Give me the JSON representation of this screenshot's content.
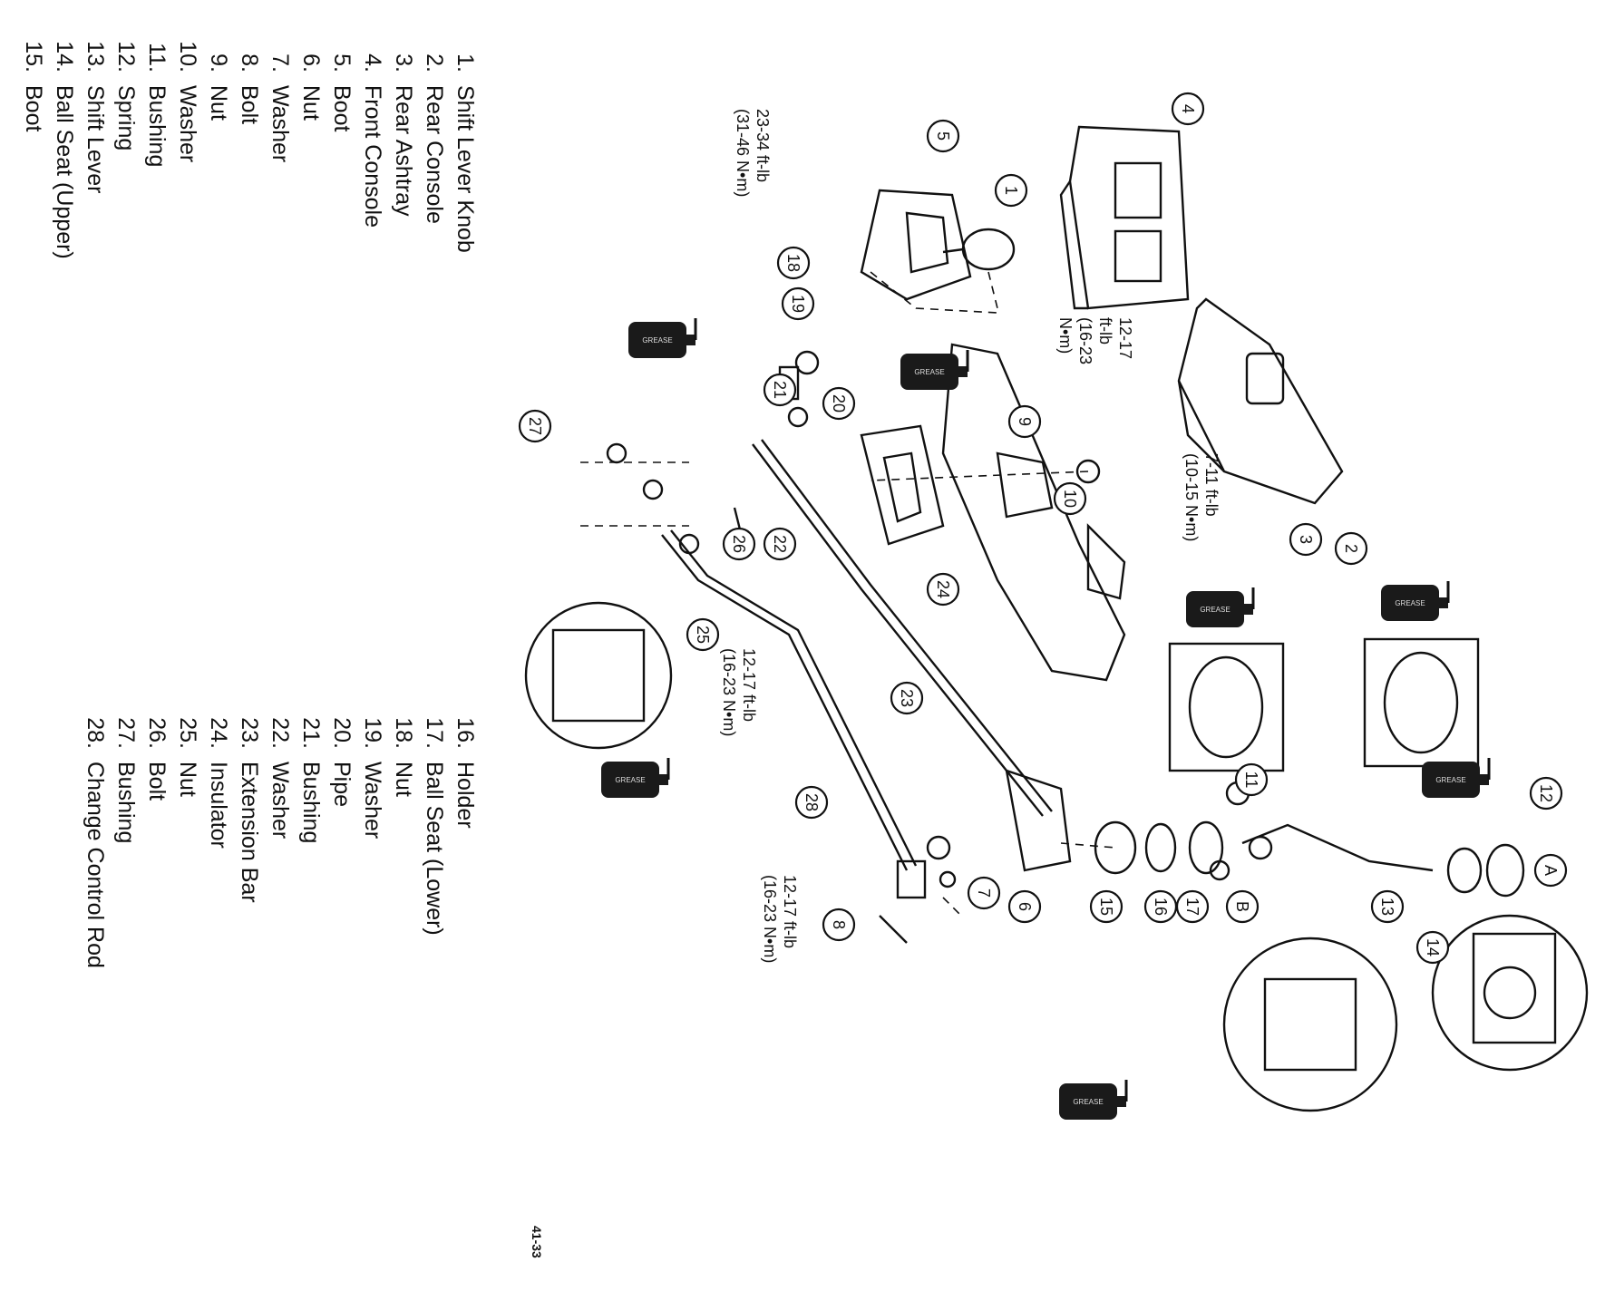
{
  "legend_left": [
    {
      "num": "1.",
      "label": "Shift Lever Knob"
    },
    {
      "num": "2.",
      "label": "Rear Console"
    },
    {
      "num": "3.",
      "label": "Rear Ashtray"
    },
    {
      "num": "4.",
      "label": "Front Console"
    },
    {
      "num": "5.",
      "label": "Boot"
    },
    {
      "num": "6.",
      "label": "Nut"
    },
    {
      "num": "7.",
      "label": "Washer"
    },
    {
      "num": "8.",
      "label": "Bolt"
    },
    {
      "num": "9.",
      "label": "Nut"
    },
    {
      "num": "10.",
      "label": "Washer"
    },
    {
      "num": "11.",
      "label": "Bushing"
    },
    {
      "num": "12.",
      "label": "Spring"
    },
    {
      "num": "13.",
      "label": "Shift Lever"
    },
    {
      "num": "14.",
      "label": "Ball Seat (Upper)"
    },
    {
      "num": "15.",
      "label": "Boot"
    }
  ],
  "legend_right": [
    {
      "num": "16.",
      "label": "Holder"
    },
    {
      "num": "17.",
      "label": "Ball Seat (Lower)"
    },
    {
      "num": "18.",
      "label": "Nut"
    },
    {
      "num": "19.",
      "label": "Washer"
    },
    {
      "num": "20.",
      "label": "Pipe"
    },
    {
      "num": "21.",
      "label": "Bushing"
    },
    {
      "num": "22.",
      "label": "Washer"
    },
    {
      "num": "23.",
      "label": "Extension Bar"
    },
    {
      "num": "24.",
      "label": "Insulator"
    },
    {
      "num": "25.",
      "label": "Nut"
    },
    {
      "num": "26.",
      "label": "Bolt"
    },
    {
      "num": "27.",
      "label": "Bushing"
    },
    {
      "num": "28.",
      "label": "Change Control Rod"
    }
  ],
  "torque_specs": {
    "t1": [
      "23-34 ft-lb",
      "(31-46 N•m)"
    ],
    "t2": [
      "12-17",
      "ft-lb",
      "(16-23",
      "N•m)"
    ],
    "t3": [
      "7-11 ft-lb",
      "(10-15 N•m)"
    ],
    "t4": [
      "12-17 ft-lb",
      "(16-23 N•m)"
    ],
    "t5": [
      "12-17 ft-lb",
      "(16-23 N•m)"
    ]
  },
  "callouts": [
    "1",
    "2",
    "3",
    "4",
    "5",
    "6",
    "7",
    "8",
    "9",
    "10",
    "11",
    "12",
    "13",
    "14",
    "15",
    "16",
    "17",
    "18",
    "19",
    "20",
    "21",
    "22",
    "23",
    "24",
    "25",
    "26",
    "27",
    "28",
    "A",
    "B"
  ],
  "page_number": "41-33",
  "grease_label": "GREASE"
}
